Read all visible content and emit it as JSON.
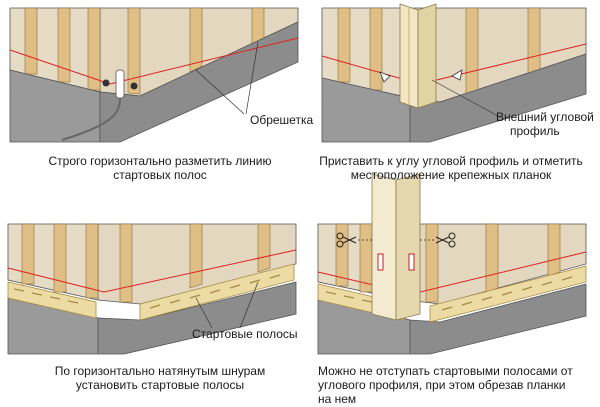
{
  "panels": [
    {
      "caption": [
        "Строго горизонтально разметить линию",
        "стартовых полос"
      ]
    },
    {
      "caption": [
        "Приставить к углу угловой профиль и отметить",
        "местоположение крепежных планок"
      ]
    },
    {
      "caption": [
        "По горизонтально натянутым шнурам",
        "установить стартовые полосы"
      ]
    },
    {
      "caption": [
        "Можно не отступать стартовыми полосами от",
        "углового профиля, при этом обрезав планки",
        "на нем"
      ]
    }
  ],
  "labels": {
    "battens": "Обрешетка",
    "corner_profile": [
      "Внешний угловой",
      "профиль"
    ],
    "starter_strips": "Стартовые полосы"
  },
  "colors": {
    "wall": "#e6dcc6",
    "wall_side": "#d9cdb3",
    "batten": "#e0bf86",
    "batten_dark": "#c79d58",
    "base": "#8f8f8f",
    "base_top": "#b3b3b3",
    "chalk_line": "#e02020",
    "strip": "#ecdca4",
    "strip_dark": "#c9b06a"
  }
}
